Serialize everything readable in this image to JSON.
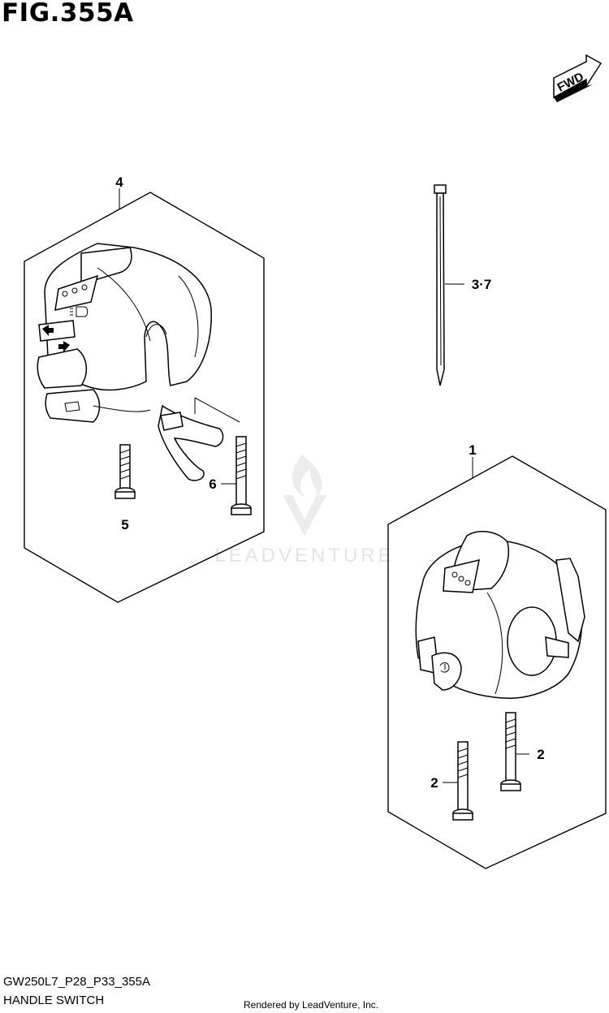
{
  "figure": {
    "title": "FIG.355A",
    "code": "GW250L7_P28_P33_355A",
    "name": "HANDLE SWITCH"
  },
  "direction_badge": "FWD",
  "callouts": {
    "c1": "1",
    "c2a": "2",
    "c2b": "2",
    "c37": "3·7",
    "c4": "4",
    "c5": "5",
    "c6": "6"
  },
  "watermark": "LEADVENTURE",
  "credit": "Rendered by LeadVenture, Inc.",
  "colors": {
    "line": "#000000",
    "background": "#ffffff",
    "watermark": "#e4e4e4"
  }
}
